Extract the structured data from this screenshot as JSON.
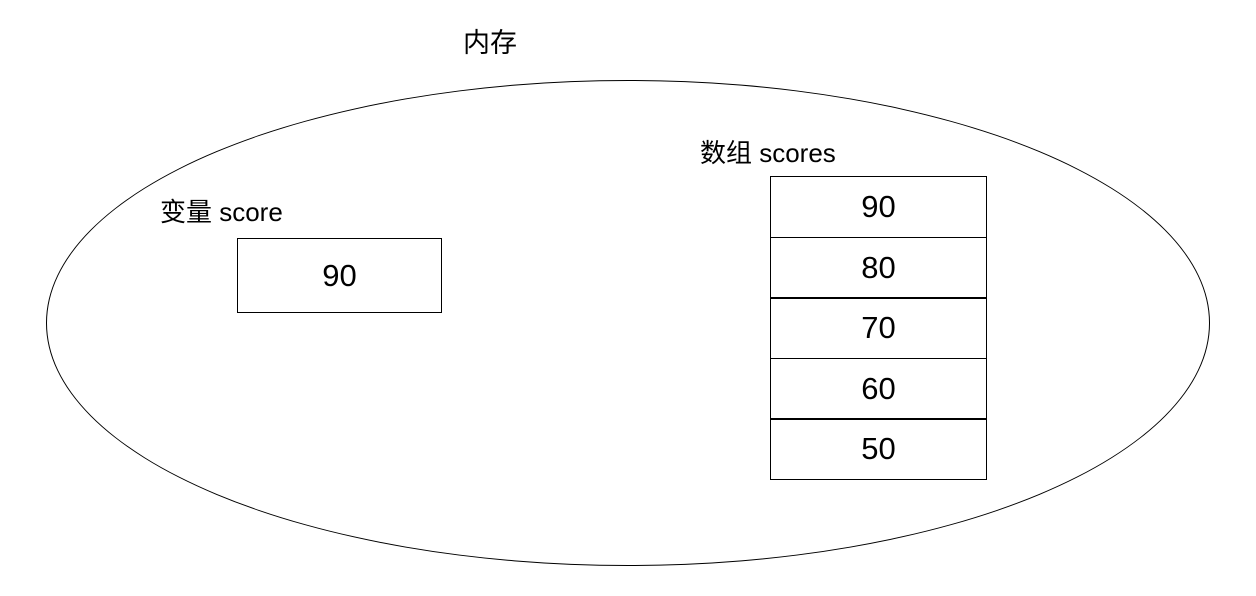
{
  "title": "内存",
  "variable": {
    "label": "变量 score",
    "value": "90"
  },
  "array": {
    "label": "数组 scores",
    "values": [
      "90",
      "80",
      "70",
      "60",
      "50"
    ]
  },
  "colors": {
    "line": "#000000",
    "text": "#000000",
    "background": "#ffffff"
  }
}
